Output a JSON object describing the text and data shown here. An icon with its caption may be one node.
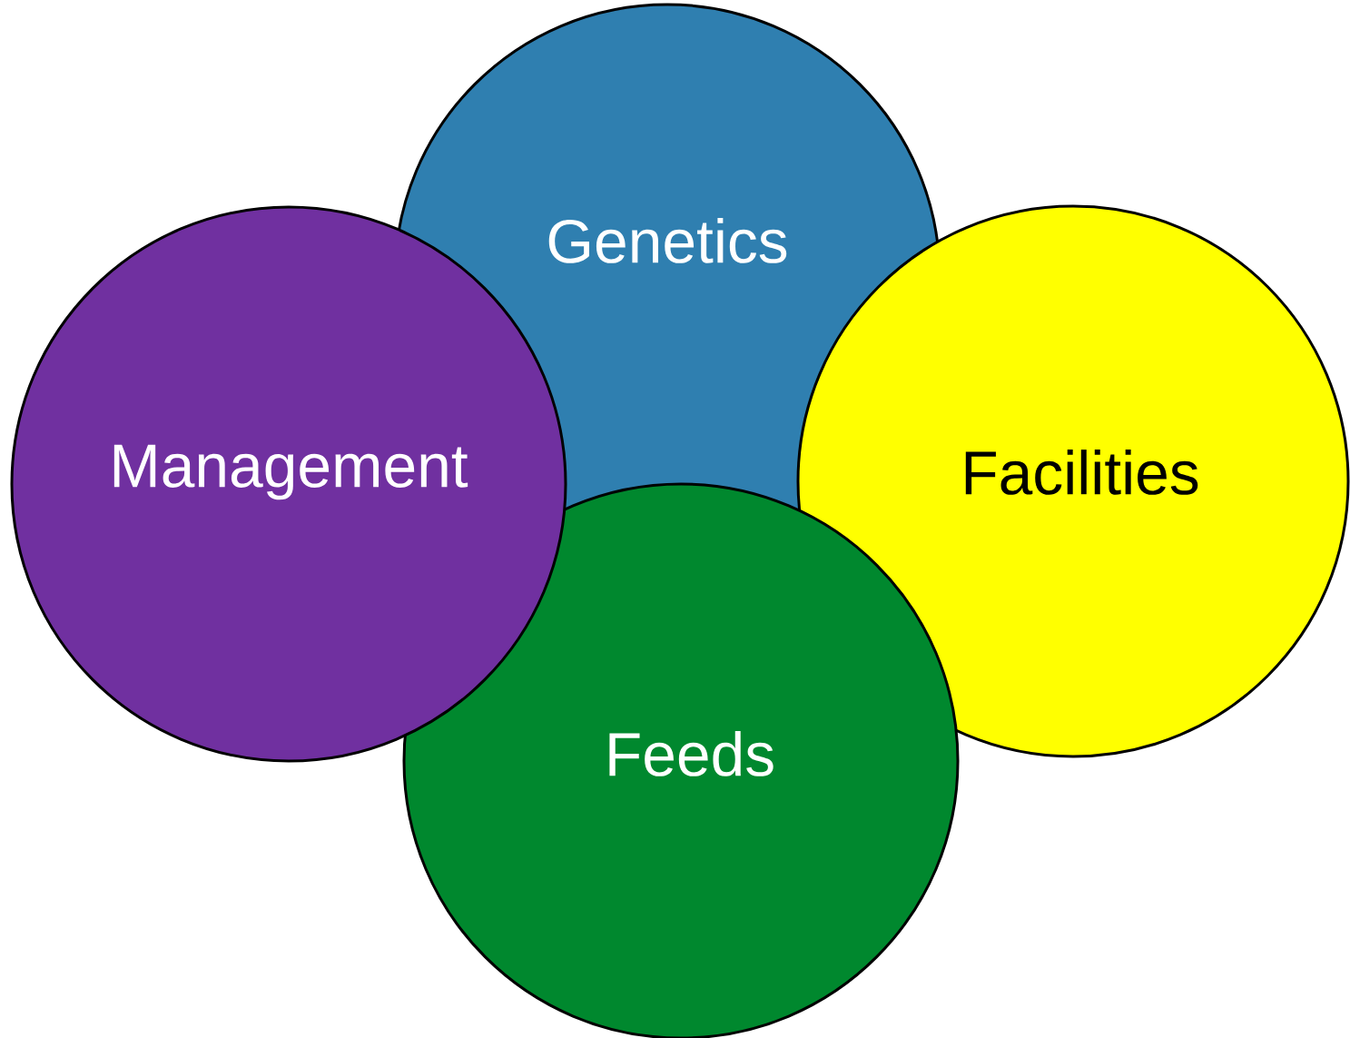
{
  "diagram": {
    "nodes": [
      {
        "text": [
          "Genetics"
        ]
      },
      {
        "text": [
          "Management"
        ]
      },
      {
        "text": [
          "Facilities"
        ]
      },
      {
        "text": [
          "Feeds"
        ]
      }
    ]
  }
}
